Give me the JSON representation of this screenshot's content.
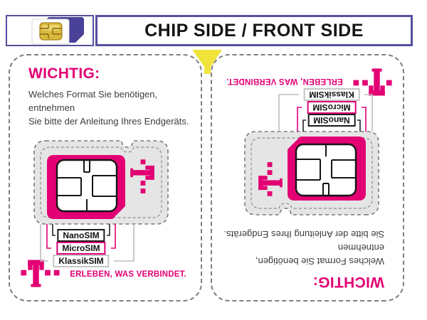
{
  "header": {
    "title": "CHIP SIDE / FRONT SIDE"
  },
  "panel": {
    "heading": "WICHTIG:",
    "body_line1": "Welches Format Sie benötigen, entnehmen",
    "body_line2": "Sie bitte der Anleitung Ihres Endgeräts.",
    "sim_labels": [
      {
        "text": "NanoSIM"
      },
      {
        "text": "MicroSIM"
      },
      {
        "text": "KlassikSIM"
      }
    ],
    "tagline": "ERLEBEN, WAS VERBINDET."
  },
  "icons": {
    "header_icon": "sim-card-icon",
    "brand_logo": "telekom-t-logo",
    "separator": "separation-notch-triangle"
  },
  "colors": {
    "magenta": "#e20074",
    "purple": "#56509e",
    "card_gray": "#e5e5e5",
    "chip_gold": "#d9b93c",
    "wedge_yellow": "#f0e43c",
    "dash_gray": "#7f7f7f"
  }
}
